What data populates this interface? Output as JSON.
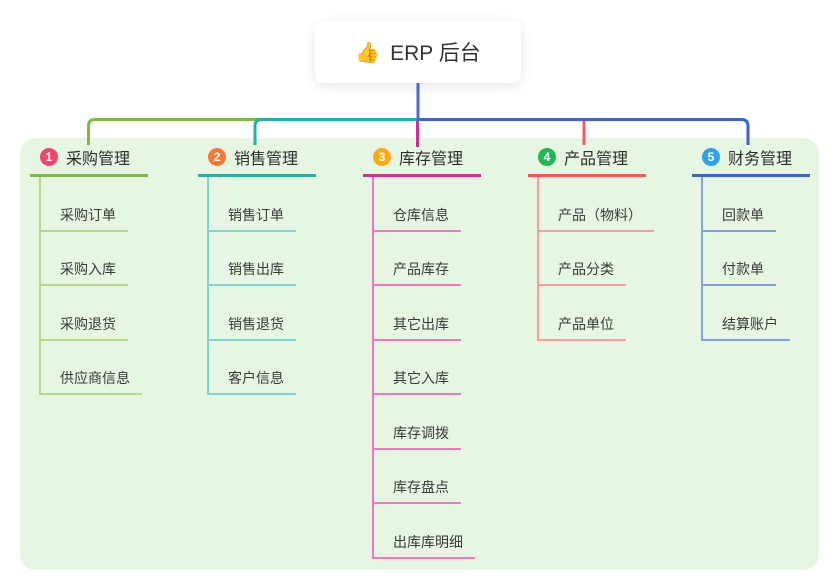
{
  "root": {
    "icon": "👍",
    "title": "ERP 后台"
  },
  "colors": {
    "connector": "#5165d6",
    "panel_bg": "#e6f6e3",
    "canvas_bg": "#ffffff",
    "heading_text": "#2e2e2e",
    "child_text": "#3a3a3a"
  },
  "branches": [
    {
      "num": "1",
      "label": "采购管理",
      "color": "#7eba3f",
      "light": "#b5d98a",
      "badge": "#f0486c",
      "children": [
        "采购订单",
        "采购入库",
        "采购退货",
        "供应商信息"
      ]
    },
    {
      "num": "2",
      "label": "销售管理",
      "color": "#20b2a9",
      "light": "#82d5ce",
      "badge": "#f77b33",
      "children": [
        "销售订单",
        "销售出库",
        "销售退货",
        "客户信息"
      ]
    },
    {
      "num": "3",
      "label": "库存管理",
      "color": "#cd3092",
      "light": "#ee78c0",
      "badge": "#fbab19",
      "children": [
        "仓库信息",
        "产品库存",
        "其它出库",
        "其它入库",
        "库存调拨",
        "库存盘点",
        "出库库明细"
      ]
    },
    {
      "num": "4",
      "label": "产品管理",
      "color": "#f85a56",
      "light": "#f89d97",
      "badge": "#22b656",
      "children": [
        "产品（物料）",
        "产品分类",
        "产品单位"
      ]
    },
    {
      "num": "5",
      "label": "财务管理",
      "color": "#3c63d2",
      "light": "#82a0e2",
      "badge": "#2fa3e6",
      "children": [
        "回款单",
        "付款单",
        "结算账户"
      ]
    }
  ]
}
